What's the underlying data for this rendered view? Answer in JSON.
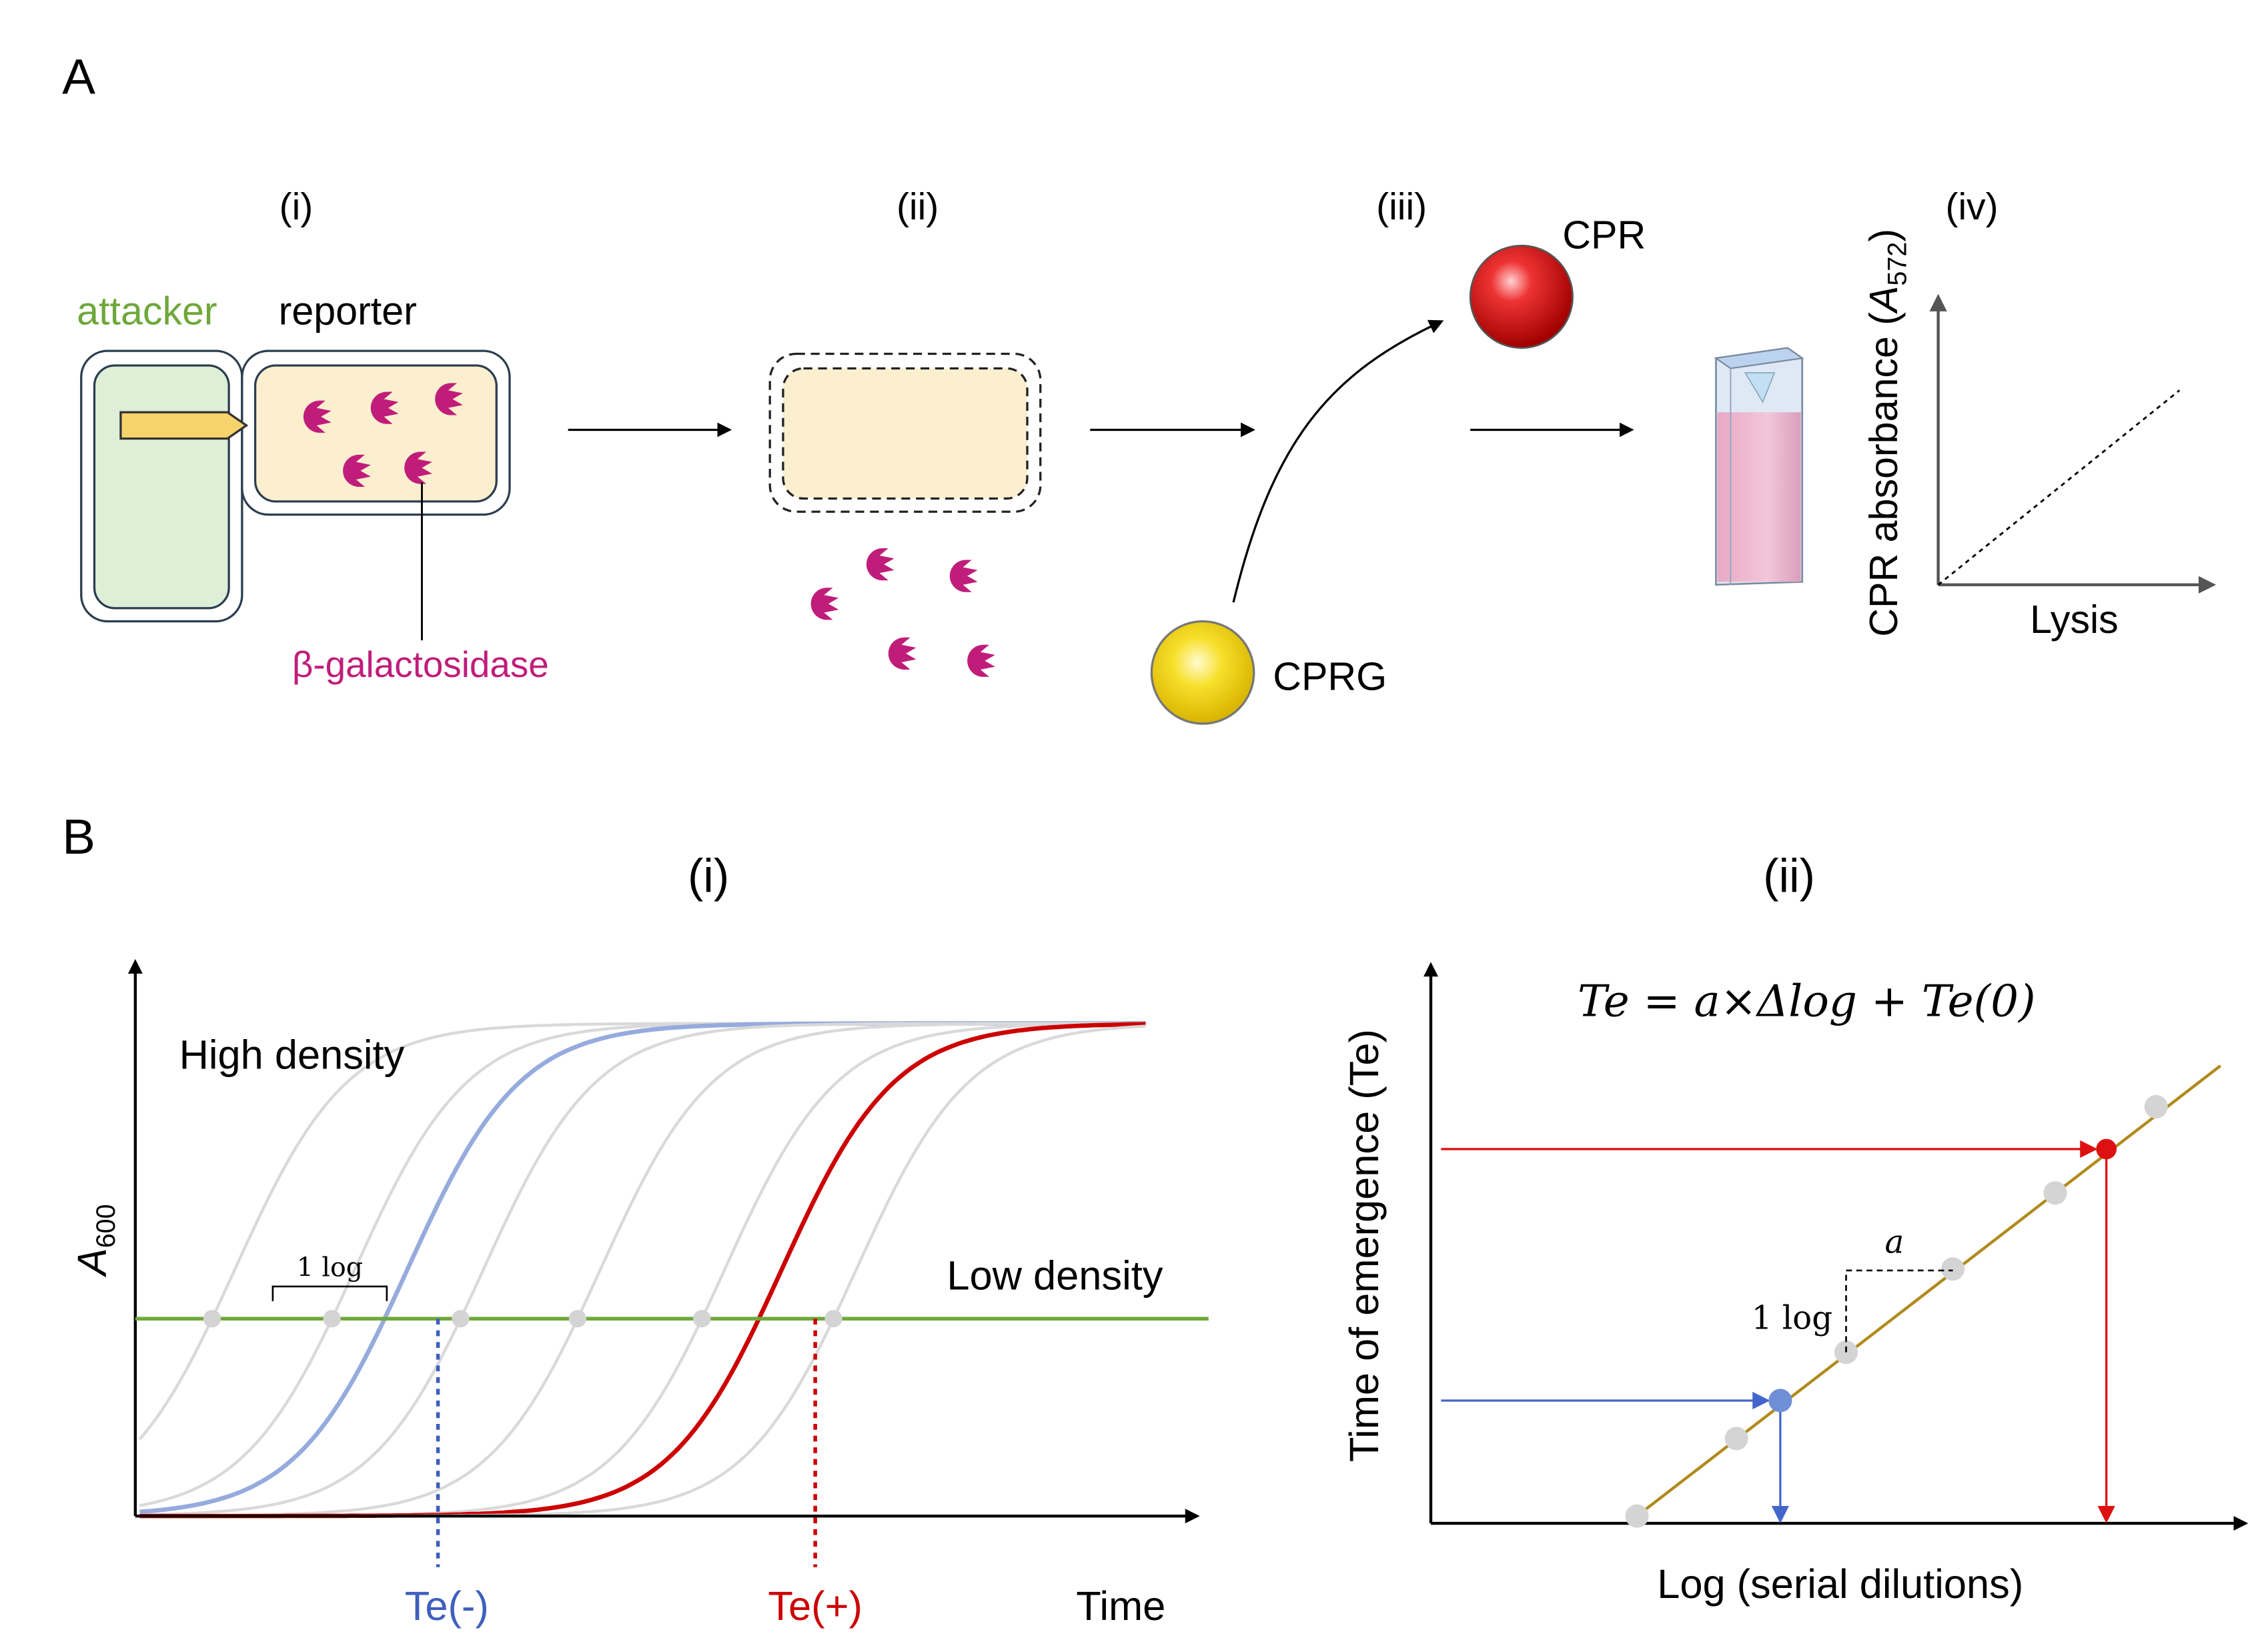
{
  "panel_a": {
    "label": "A",
    "steps": [
      "(i)",
      "(ii)",
      "(iii)",
      "(iv)"
    ],
    "attacker": "attacker",
    "reporter": "reporter",
    "enzyme": "β-galactosidase",
    "cpr": "CPR",
    "cprg": "CPRG",
    "graph_ylabel_main": "CPR absorbance (",
    "graph_ylabel_var": "A",
    "graph_ylabel_sub": "572",
    "graph_ylabel_end": ")",
    "graph_xlabel": "Lysis"
  },
  "panel_b": {
    "label": "B",
    "left_title": "(i)",
    "right_title": "(ii)",
    "left_ylabel_var": "A",
    "left_ylabel_sub": "600",
    "high_density": "High density",
    "low_density": "Low density",
    "one_log": "1 log",
    "te_neg": "Te(-)",
    "te_pos": "Te(+)",
    "time": "Time",
    "right_ylabel": "Time of emergence (Te)",
    "right_xlabel": "Log (serial dilutions)",
    "equation": "Te = a×Δlog + Te(0)",
    "slope_symbol": "a",
    "right_one_log": "1 log"
  },
  "colors": {
    "attacker_green": "#6ea83a",
    "enzyme_magenta": "#c01d7a",
    "te_neg_blue": "#3e5fbf",
    "te_pos_red": "#cc0000",
    "threshold_green": "#6ea83a",
    "fit_line": "#b08a1a"
  }
}
